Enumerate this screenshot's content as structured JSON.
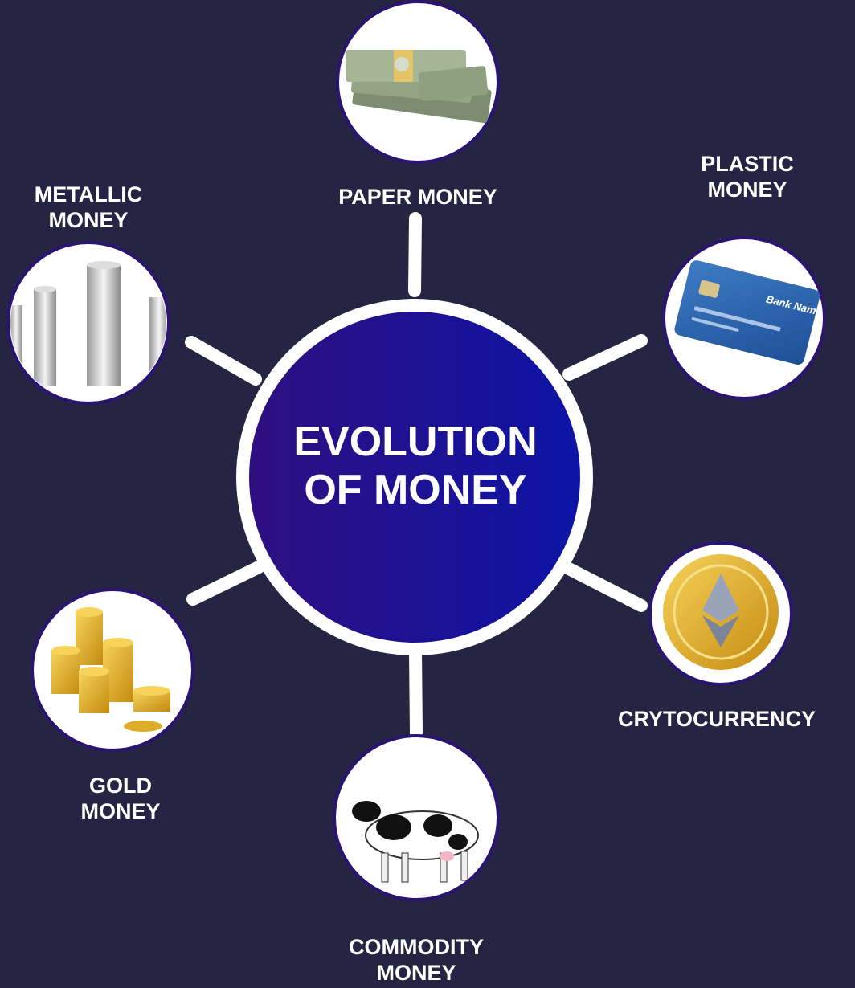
{
  "colors": {
    "background": "#262443",
    "center_fill_start": "#2f0f80",
    "center_fill_end": "#0d14a6",
    "node_ring": "#2a1470",
    "connector": "#ffffff"
  },
  "center": {
    "line1": "EVOLUTION",
    "line2": "OF MONEY"
  },
  "nodes": [
    {
      "id": "paper",
      "line1": "PAPER MONEY",
      "line2": "",
      "icon": "banknote-stack-icon"
    },
    {
      "id": "plastic",
      "line1": "PLASTIC",
      "line2": "MONEY",
      "icon": "credit-card-icon",
      "card_text": "Bank Name"
    },
    {
      "id": "crypto",
      "line1": "CRYTOCURRENCY",
      "line2": "",
      "icon": "crypto-coin-icon"
    },
    {
      "id": "commodity",
      "line1": "COMMODITY",
      "line2": "MONEY",
      "icon": "cow-icon"
    },
    {
      "id": "gold",
      "line1": "GOLD",
      "line2": "MONEY",
      "icon": "gold-coins-icon"
    },
    {
      "id": "metallic",
      "line1": "METALLIC",
      "line2": "MONEY",
      "icon": "silver-coins-icon"
    }
  ]
}
